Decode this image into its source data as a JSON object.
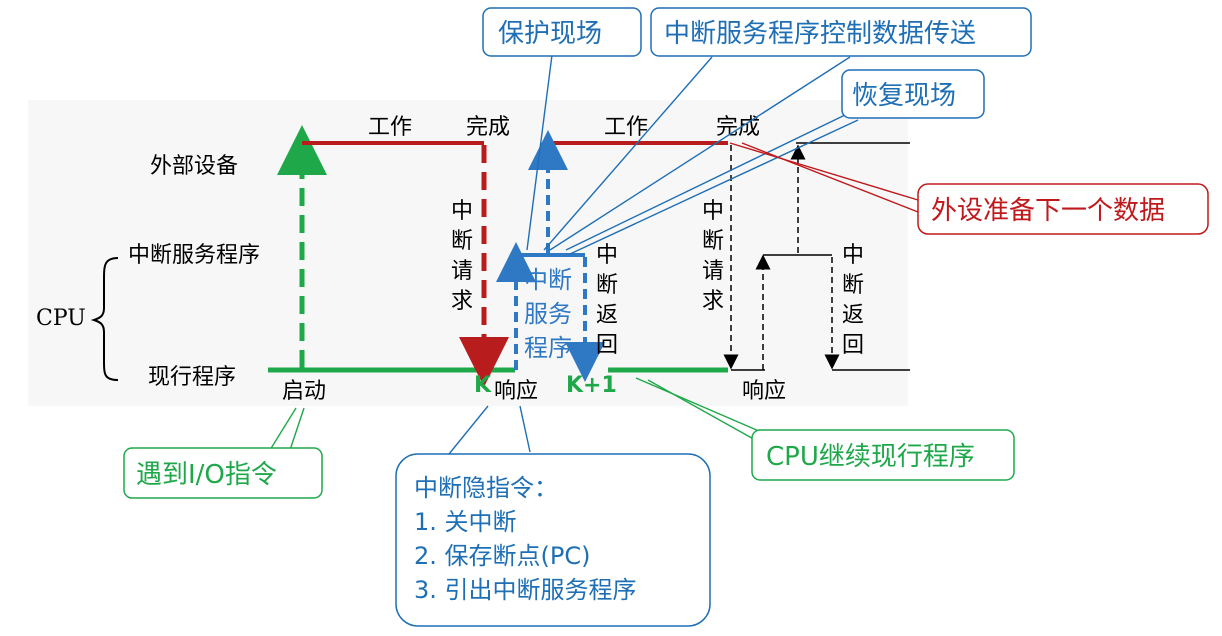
{
  "rows": {
    "external_device": "外部设备",
    "interrupt_service": "中断服务程序",
    "cpu": "CPU",
    "current_program": "现行程序"
  },
  "labels": {
    "work1": "工作",
    "done1": "完成",
    "work2": "工作",
    "done2": "完成",
    "start": "启动",
    "respond1": "响应",
    "respond2": "响应",
    "k": "K",
    "k1": "K+1",
    "int_request1": [
      "中",
      "断",
      "请",
      "求"
    ],
    "int_request2": [
      "中",
      "断",
      "请",
      "求"
    ],
    "int_return1": [
      "中",
      "断",
      "返",
      "回"
    ],
    "int_return2": [
      "中",
      "断",
      "返",
      "回"
    ],
    "isr_block": [
      "中断",
      "服务",
      "程序"
    ]
  },
  "callouts": {
    "protect": "保护现场",
    "transfer": "中断服务程序控制数据传送",
    "restore": "恢复现场",
    "next_data": "外设准备下一个数据",
    "io_instr": "遇到I/O指令",
    "cpu_continue": "CPU继续现行程序",
    "hidden_title": "中断隐指令：",
    "hidden_items": [
      "1. 关中断",
      "2. 保存断点(PC)",
      "3. 引出中断服务程序"
    ]
  },
  "colors": {
    "green": "#1fa84a",
    "red": "#b81c1c",
    "blue": "#2f78c4",
    "callout_blue": "#1f6fb5",
    "callout_green": "#1fa84a",
    "callout_red": "#c0191c",
    "black": "#000000"
  }
}
